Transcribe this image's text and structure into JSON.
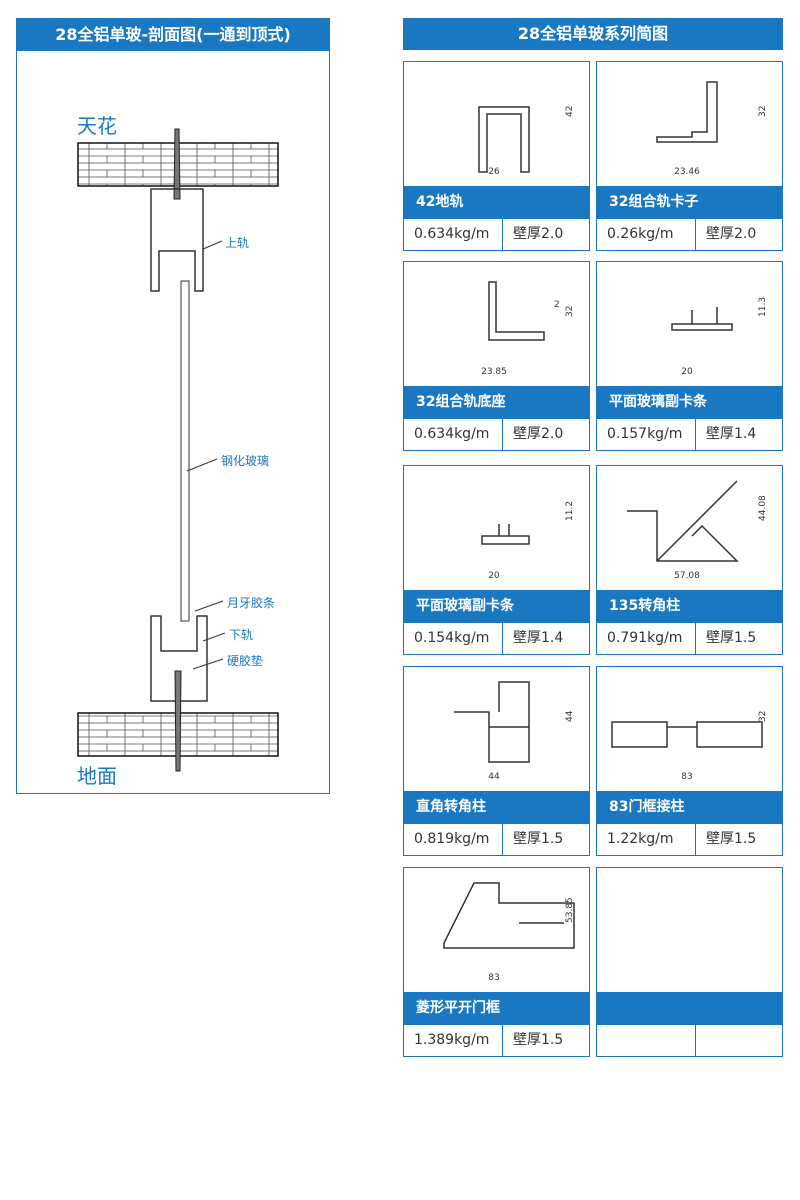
{
  "left": {
    "title": "28全铝单玻-剖面图(一通到顶式)",
    "ceiling": "天花",
    "floor": "地面",
    "labels": [
      "上轨",
      "钢化玻璃",
      "月牙胶条",
      "下轨",
      "硬胶垫"
    ]
  },
  "right": {
    "title": "28全铝单玻系列简图",
    "items": [
      {
        "name": "42地轨",
        "weight": "0.634kg/m",
        "thick": "壁厚2.0",
        "dims": [
          "26",
          "42"
        ]
      },
      {
        "name": "32组合轨卡子",
        "weight": "0.26kg/m",
        "thick": "壁厚2.0",
        "dims": [
          "23.46",
          "32"
        ]
      },
      {
        "name": "32组合轨底座",
        "weight": "0.634kg/m",
        "thick": "壁厚2.0",
        "dims": [
          "23.85",
          "32",
          "2"
        ]
      },
      {
        "name": "平面玻璃副卡条",
        "weight": "0.157kg/m",
        "thick": "壁厚1.4",
        "dims": [
          "20",
          "11.3"
        ]
      },
      {
        "name": "平面玻璃副卡条",
        "weight": "0.154kg/m",
        "thick": "壁厚1.4",
        "dims": [
          "20",
          "11.2"
        ]
      },
      {
        "name": "135转角柱",
        "weight": "0.791kg/m",
        "thick": "壁厚1.5",
        "dims": [
          "57.08",
          "44.08"
        ]
      },
      {
        "name": "直角转角柱",
        "weight": "0.819kg/m",
        "thick": "壁厚1.5",
        "dims": [
          "44",
          "44"
        ]
      },
      {
        "name": "83门框接柱",
        "weight": "1.22kg/m",
        "thick": "壁厚1.5",
        "dims": [
          "83",
          "32"
        ]
      },
      {
        "name": "菱形平开门框",
        "weight": "1.389kg/m",
        "thick": "壁厚1.5",
        "dims": [
          "83",
          "53.85"
        ]
      }
    ]
  }
}
